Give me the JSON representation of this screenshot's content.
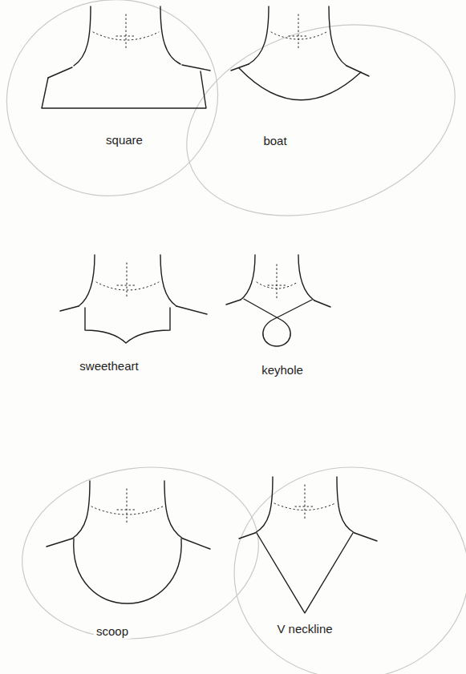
{
  "diagram": {
    "labels": [
      "square",
      "boat",
      "sweetheart",
      "keyhole",
      "scoop",
      "V neckline"
    ]
  }
}
